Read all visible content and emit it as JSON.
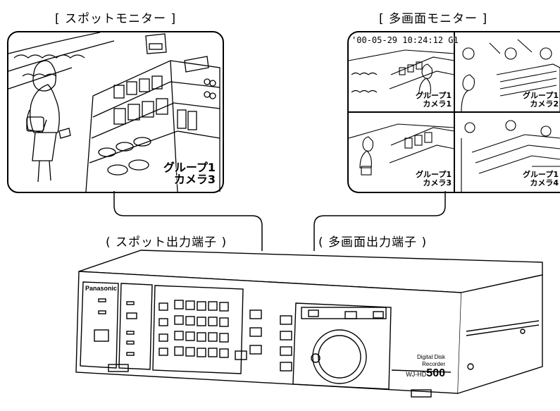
{
  "spot_monitor": {
    "title": "[ スポットモニター ]",
    "camera_label": {
      "group": "グループ1",
      "camera": "カメラ3"
    }
  },
  "multi_monitor": {
    "title": "[ 多画面モニター ]",
    "osd_datetime": "'00-05-29   10:24:12   G1",
    "cells": [
      {
        "group": "グループ1",
        "camera": "カメラ1"
      },
      {
        "group": "グループ1",
        "camera": "カメラ2"
      },
      {
        "group": "グループ1",
        "camera": "カメラ3"
      },
      {
        "group": "グループ1",
        "camera": "カメラ4"
      }
    ]
  },
  "ports": {
    "spot_output": "( スポット出力端子 )",
    "multi_output": "( 多画面出力端子 )"
  },
  "recorder": {
    "brand": "Panasonic",
    "product_line1": "Digital Disk",
    "product_line2": "Recorder",
    "model_prefix": "WJ-HD",
    "model_number": "500"
  }
}
